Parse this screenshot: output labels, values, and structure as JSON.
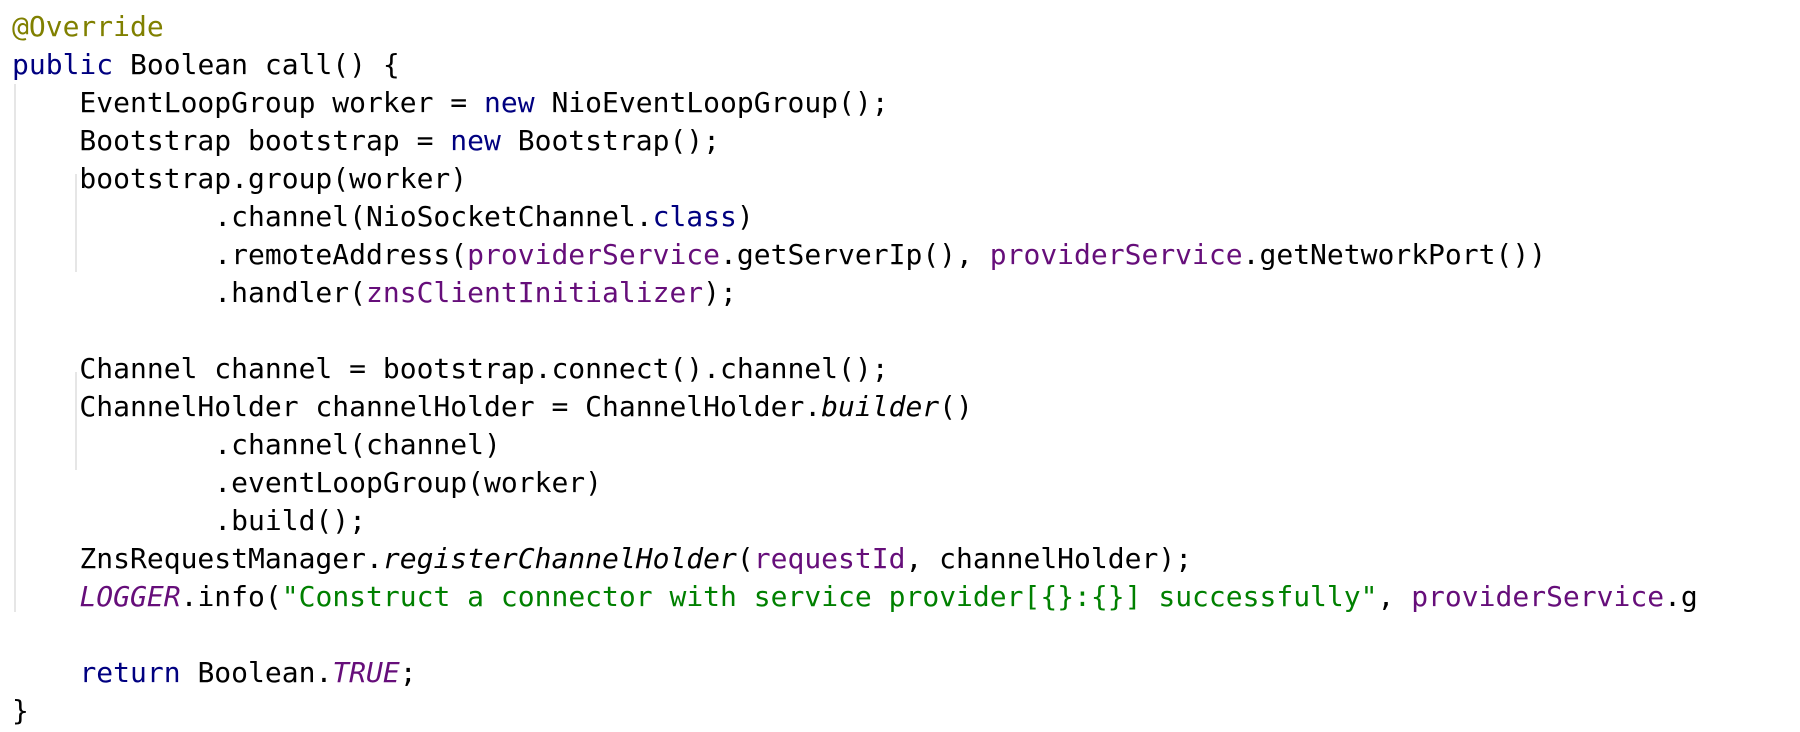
{
  "editor": {
    "language": "java",
    "colors": {
      "background": "#ffffff",
      "plain": "#000000",
      "annotation": "#808000",
      "keyword": "#000080",
      "field": "#660e7a",
      "string": "#008000",
      "indent_guide": "#e6e6e6"
    },
    "lines": [
      [
        {
          "t": "annotation",
          "v": "@Override"
        }
      ],
      [
        {
          "t": "keyword",
          "v": "public"
        },
        {
          "t": "plain",
          "v": " Boolean call() {"
        }
      ],
      [
        {
          "t": "plain",
          "v": "    EventLoopGroup worker = "
        },
        {
          "t": "keyword",
          "v": "new"
        },
        {
          "t": "plain",
          "v": " NioEventLoopGroup();"
        }
      ],
      [
        {
          "t": "plain",
          "v": "    Bootstrap bootstrap = "
        },
        {
          "t": "keyword",
          "v": "new"
        },
        {
          "t": "plain",
          "v": " Bootstrap();"
        }
      ],
      [
        {
          "t": "plain",
          "v": "    bootstrap.group(worker)"
        }
      ],
      [
        {
          "t": "plain",
          "v": "            .channel(NioSocketChannel."
        },
        {
          "t": "keyword",
          "v": "class"
        },
        {
          "t": "plain",
          "v": ")"
        }
      ],
      [
        {
          "t": "plain",
          "v": "            .remoteAddress("
        },
        {
          "t": "field",
          "v": "providerService"
        },
        {
          "t": "plain",
          "v": ".getServerIp(), "
        },
        {
          "t": "field",
          "v": "providerService"
        },
        {
          "t": "plain",
          "v": ".getNetworkPort())"
        }
      ],
      [
        {
          "t": "plain",
          "v": "            .handler("
        },
        {
          "t": "field",
          "v": "znsClientInitializer"
        },
        {
          "t": "plain",
          "v": ");"
        }
      ],
      [
        {
          "t": "plain",
          "v": ""
        }
      ],
      [
        {
          "t": "plain",
          "v": "    Channel channel = bootstrap.connect().channel();"
        }
      ],
      [
        {
          "t": "plain",
          "v": "    ChannelHolder channelHolder = ChannelHolder."
        },
        {
          "t": "italic",
          "v": "builder"
        },
        {
          "t": "plain",
          "v": "()"
        }
      ],
      [
        {
          "t": "plain",
          "v": "            .channel(channel)"
        }
      ],
      [
        {
          "t": "plain",
          "v": "            .eventLoopGroup(worker)"
        }
      ],
      [
        {
          "t": "plain",
          "v": "            .build();"
        }
      ],
      [
        {
          "t": "plain",
          "v": "    ZnsRequestManager."
        },
        {
          "t": "italic",
          "v": "registerChannelHolder"
        },
        {
          "t": "plain",
          "v": "("
        },
        {
          "t": "field",
          "v": "requestId"
        },
        {
          "t": "plain",
          "v": ", channelHolder);"
        }
      ],
      [
        {
          "t": "plain",
          "v": "    "
        },
        {
          "t": "static-field",
          "v": "LOGGER"
        },
        {
          "t": "plain",
          "v": ".info("
        },
        {
          "t": "string",
          "v": "\"Construct a connector with service provider[{}:{}] successfully\""
        },
        {
          "t": "plain",
          "v": ", "
        },
        {
          "t": "field",
          "v": "providerService"
        },
        {
          "t": "plain",
          "v": ".g"
        }
      ],
      [
        {
          "t": "plain",
          "v": ""
        }
      ],
      [
        {
          "t": "plain",
          "v": "    "
        },
        {
          "t": "keyword",
          "v": "return"
        },
        {
          "t": "plain",
          "v": " Boolean."
        },
        {
          "t": "static-field",
          "v": "TRUE"
        },
        {
          "t": "plain",
          "v": ";"
        }
      ],
      [
        {
          "t": "plain",
          "v": "}"
        }
      ]
    ]
  }
}
